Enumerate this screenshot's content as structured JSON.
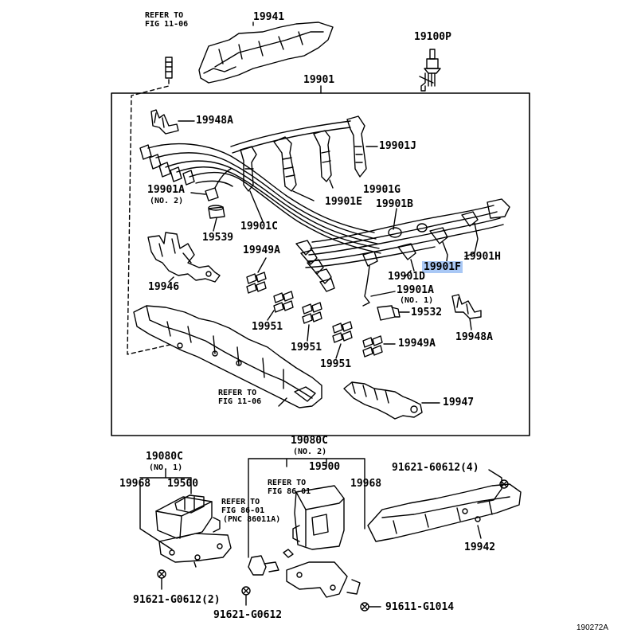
{
  "figure_id": "190272A",
  "highlight_color": "#a9c8f5",
  "parts": {
    "p19941": "19941",
    "p19100P": "19100P",
    "p19901": "19901",
    "p19948A_top": "19948A",
    "p19901J": "19901J",
    "p19901A_no2": "19901A",
    "no2": "(NO. 2)",
    "p19901G": "19901G",
    "p19901E": "19901E",
    "p19901B": "19901B",
    "p19901C": "19901C",
    "p19539": "19539",
    "p19901F": "19901F",
    "p19901H": "19901H",
    "p19949A_left": "19949A",
    "p19901D": "19901D",
    "p19901A_no1": "19901A",
    "no1": "(NO. 1)",
    "p19946": "19946",
    "p19532": "19532",
    "p19951_a": "19951",
    "p19951_b": "19951",
    "p19951_c": "19951",
    "p19949A_right": "19949A",
    "p19948A_right": "19948A",
    "p19947": "19947",
    "p19080C_no1": "19080C",
    "no1b": "(NO. 1)",
    "p19080C_no2": "19080C",
    "no2b": "(NO. 2)",
    "p19968_left": "19968",
    "p19500_left": "19500",
    "p19500_right": "19500",
    "p19968_right": "19968",
    "p91621_606124": "91621-60612(4)",
    "p19942": "19942",
    "p91621_G0612_2": "91621-G0612(2)",
    "p91621_G0612": "91621-G0612",
    "p91611_G1014": "91611-G1014"
  },
  "refs": {
    "top_l1": "REFER TO",
    "top_l2": "FIG 11-06",
    "mid_l1": "REFER TO",
    "mid_l2": "FIG 11-06",
    "fig86a_l1": "REFER TO",
    "fig86a_l2": "FIG 86-01",
    "fig86a_l3": "(PNC 86011A)",
    "fig86b_l1": "REFER TO",
    "fig86b_l2": "FIG 86-01"
  }
}
